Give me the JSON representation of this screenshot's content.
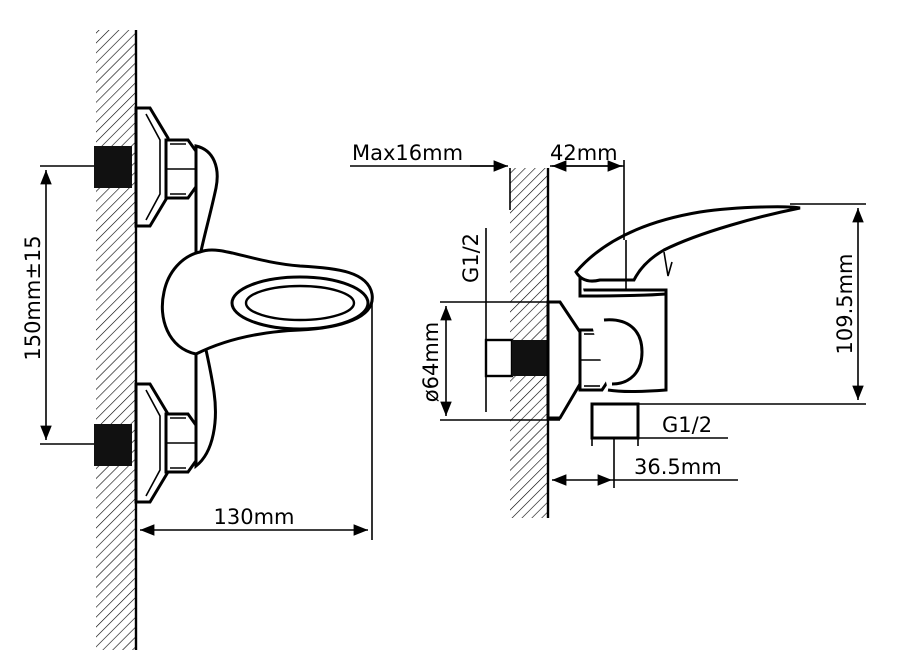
{
  "labels": {
    "height_spacing": "150mm±15",
    "projection": "130mm",
    "max_wall": "Max16mm",
    "offset_42": "42mm",
    "thread_left": "G1/2",
    "thread_right": "G1/2",
    "flange_diameter": "ø64mm",
    "total_height": "109.5mm",
    "outlet_offset": "36.5mm"
  },
  "colors": {
    "line": "#000000",
    "background": "#ffffff"
  }
}
